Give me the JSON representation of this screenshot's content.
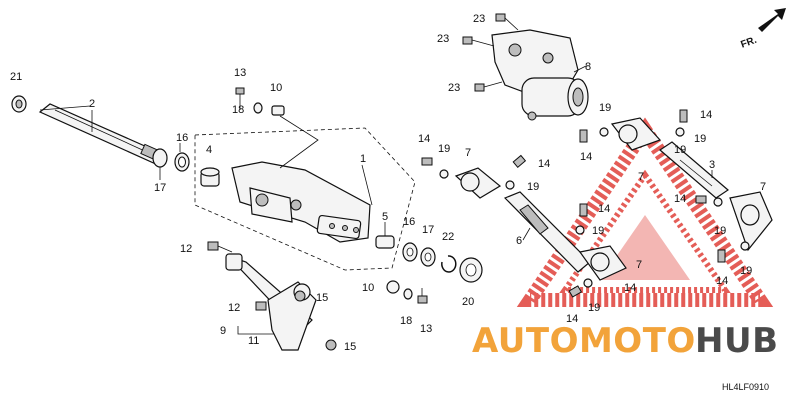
{
  "diagram": {
    "code": "HL4LF0910",
    "direction_label": "FR.",
    "labels": [
      {
        "id": "lbl-21",
        "text": "21"
      },
      {
        "id": "lbl-2",
        "text": "2"
      },
      {
        "id": "lbl-16a",
        "text": "16"
      },
      {
        "id": "lbl-17a",
        "text": "17"
      },
      {
        "id": "lbl-4",
        "text": "4"
      },
      {
        "id": "lbl-13a",
        "text": "13"
      },
      {
        "id": "lbl-10a",
        "text": "10"
      },
      {
        "id": "lbl-18a",
        "text": "18"
      },
      {
        "id": "lbl-1",
        "text": "1"
      },
      {
        "id": "lbl-5",
        "text": "5"
      },
      {
        "id": "lbl-16b",
        "text": "16"
      },
      {
        "id": "lbl-17b",
        "text": "17"
      },
      {
        "id": "lbl-22",
        "text": "22"
      },
      {
        "id": "lbl-20",
        "text": "20"
      },
      {
        "id": "lbl-10b",
        "text": "10"
      },
      {
        "id": "lbl-18b",
        "text": "18"
      },
      {
        "id": "lbl-13b",
        "text": "13"
      },
      {
        "id": "lbl-12a",
        "text": "12"
      },
      {
        "id": "lbl-12b",
        "text": "12"
      },
      {
        "id": "lbl-15a",
        "text": "15"
      },
      {
        "id": "lbl-15b",
        "text": "15"
      },
      {
        "id": "lbl-9",
        "text": "9"
      },
      {
        "id": "lbl-11",
        "text": "11"
      },
      {
        "id": "lbl-23a",
        "text": "23"
      },
      {
        "id": "lbl-23b",
        "text": "23"
      },
      {
        "id": "lbl-23c",
        "text": "23"
      },
      {
        "id": "lbl-8",
        "text": "8"
      },
      {
        "id": "lbl-14a",
        "text": "14"
      },
      {
        "id": "lbl-19a",
        "text": "19"
      },
      {
        "id": "lbl-7a",
        "text": "7"
      },
      {
        "id": "lbl-14b",
        "text": "14"
      },
      {
        "id": "lbl-19b",
        "text": "19"
      },
      {
        "id": "lbl-6",
        "text": "6"
      },
      {
        "id": "lbl-14c",
        "text": "14"
      },
      {
        "id": "lbl-19c",
        "text": "19"
      },
      {
        "id": "lbl-7b",
        "text": "7"
      },
      {
        "id": "lbl-14d",
        "text": "14"
      },
      {
        "id": "lbl-19d",
        "text": "19"
      },
      {
        "id": "lbl-19e",
        "text": "19"
      },
      {
        "id": "lbl-14e",
        "text": "14"
      },
      {
        "id": "lbl-19f",
        "text": "19"
      },
      {
        "id": "lbl-7c",
        "text": "7"
      },
      {
        "id": "lbl-14f",
        "text": "14"
      },
      {
        "id": "lbl-19g",
        "text": "19"
      },
      {
        "id": "lbl-14g",
        "text": "14"
      },
      {
        "id": "lbl-3",
        "text": "3"
      },
      {
        "id": "lbl-14h",
        "text": "14"
      },
      {
        "id": "lbl-19h",
        "text": "19"
      },
      {
        "id": "lbl-7d",
        "text": "7"
      },
      {
        "id": "lbl-19i",
        "text": "19"
      },
      {
        "id": "lbl-14i",
        "text": "14"
      }
    ]
  },
  "watermark": {
    "part_a": "AUTOMOTO",
    "part_b": "HUB",
    "color_a": "#f2a33a",
    "color_b": "#4a4a4a",
    "triangle_color": "#e0413a"
  }
}
